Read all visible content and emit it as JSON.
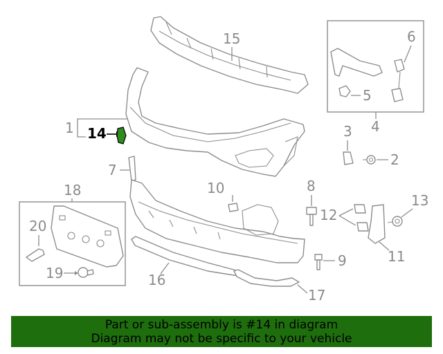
{
  "diagram": {
    "highlighted_part": "14",
    "labels": {
      "p1": "1",
      "p2": "2",
      "p3": "3",
      "p4": "4",
      "p5": "5",
      "p6": "6",
      "p7": "7",
      "p8": "8",
      "p9": "9",
      "p10": "10",
      "p11": "11",
      "p12": "12",
      "p13": "13",
      "p14": "14",
      "p15": "15",
      "p16": "16",
      "p17": "17",
      "p18": "18",
      "p19": "19",
      "p20": "20"
    },
    "colors": {
      "highlight": "#2e8b1e",
      "line": "#8c8c8c",
      "banner": "#1f6e0e"
    }
  },
  "banner": {
    "line1": "Part or sub-assembly is #14 in diagram",
    "line2": "Diagram may not be specific to your vehicle"
  }
}
